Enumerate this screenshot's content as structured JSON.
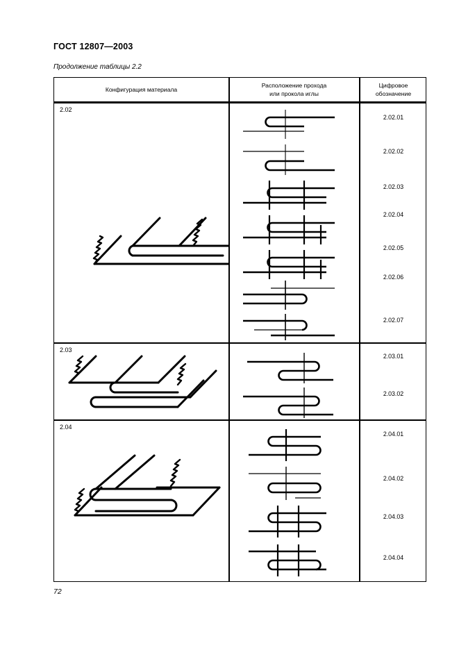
{
  "document": {
    "standard_id": "ГОСТ 12807—2003",
    "table_continuation": "Продолжение таблицы 2.2",
    "page_number": "72"
  },
  "table": {
    "headers": [
      {
        "id": "config",
        "label": "Конфигурация материала"
      },
      {
        "id": "needle",
        "label": "Расположение прохода\nили прокола иглы",
        "line1": "Расположение прохода",
        "line2": "или прокола иглы"
      },
      {
        "id": "code",
        "label": "Цифровое\nобозначение",
        "line1": "Цифровое",
        "line2": "обозначение"
      }
    ],
    "groups": [
      {
        "label": "2.02",
        "config_type": "single-fold-u-left",
        "rows": [
          {
            "code": "2.02.01",
            "needle_diagram": "fold-left-open-right-one-needle-upper"
          },
          {
            "code": "2.02.02",
            "needle_diagram": "fold-left-open-right-one-needle-lower"
          },
          {
            "code": "2.02.03",
            "needle_diagram": "fold-left-open-right-two-needles"
          },
          {
            "code": "2.02.04",
            "needle_diagram": "fold-left-open-right-three-needles"
          },
          {
            "code": "2.02.05",
            "needle_diagram": "fold-left-open-right-two-needles-alt"
          },
          {
            "code": "2.02.06",
            "needle_diagram": "fold-right-open-left-one-needle-upper"
          },
          {
            "code": "2.02.07",
            "needle_diagram": "fold-right-open-left-one-needle-lower"
          }
        ]
      },
      {
        "label": "2.03",
        "config_type": "double-stacked-fold",
        "rows": [
          {
            "code": "2.03.01",
            "needle_diagram": "double-fold-one-needle-upper"
          },
          {
            "code": "2.03.02",
            "needle_diagram": "double-fold-one-needle-lower"
          }
        ]
      },
      {
        "label": "2.04",
        "config_type": "s-fold",
        "rows": [
          {
            "code": "2.04.01",
            "needle_diagram": "s-fold-one-needle-center"
          },
          {
            "code": "2.04.02",
            "needle_diagram": "s-fold-one-needle-center-lower"
          },
          {
            "code": "2.04.03",
            "needle_diagram": "s-fold-two-needles-upper"
          },
          {
            "code": "2.04.04",
            "needle_diagram": "s-fold-two-needles-lower"
          }
        ]
      }
    ]
  },
  "colors": {
    "ink": "#000000",
    "paper": "#ffffff"
  }
}
